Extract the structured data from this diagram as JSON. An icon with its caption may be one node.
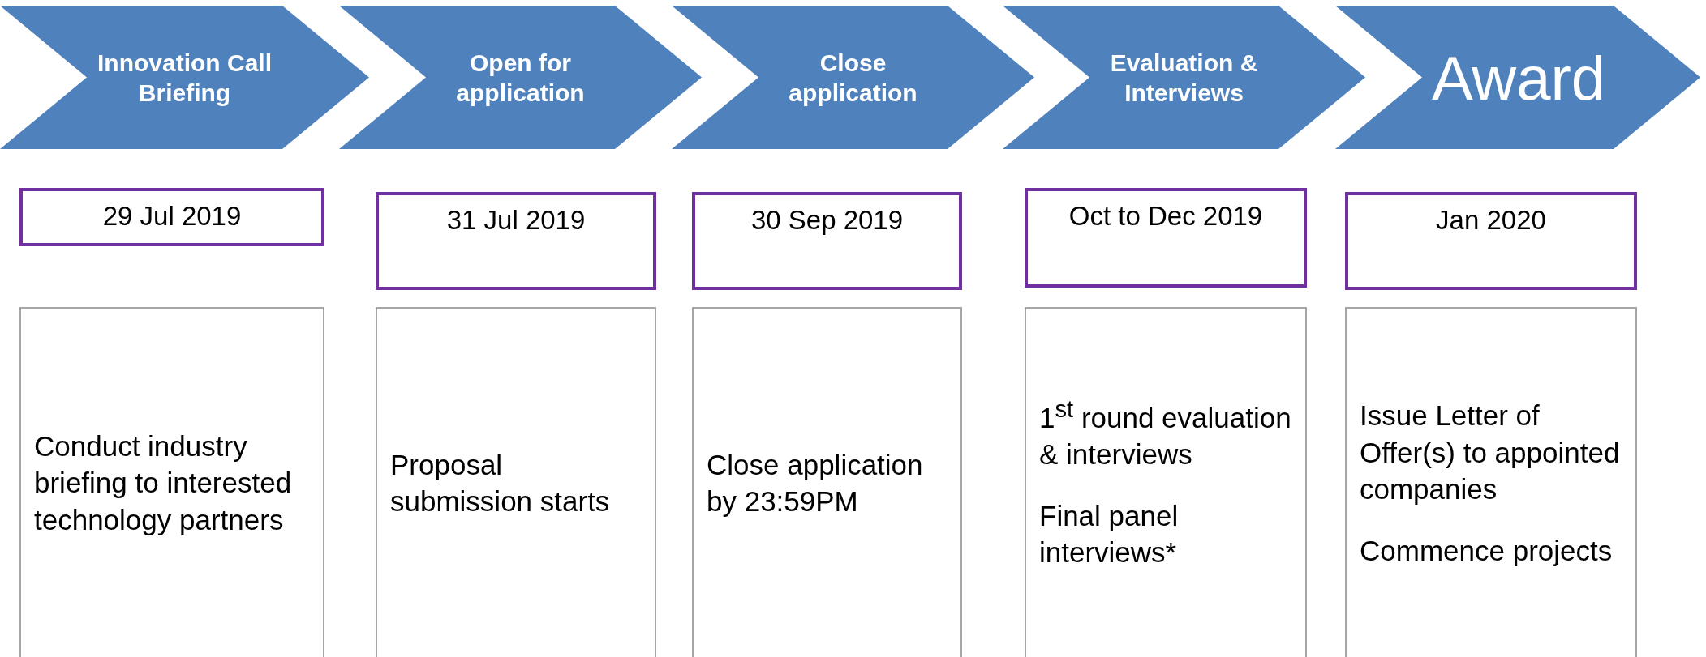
{
  "diagram": {
    "nodes": [
      {
        "text": [
          "Innovation Call Briefing"
        ]
      },
      {
        "text": [
          "Open for application"
        ]
      },
      {
        "text": [
          "Close application"
        ]
      },
      {
        "text": [
          "Evaluation & Interviews"
        ]
      },
      {
        "text": [
          "Award"
        ]
      },
      {
        "text": [
          "29 Jul 2019"
        ]
      },
      {
        "text": [
          "31 Jul 2019"
        ]
      },
      {
        "text": [
          "30 Sep 2019"
        ]
      },
      {
        "text": [
          "Oct to Dec 2019"
        ]
      },
      {
        "text": [
          "Jan 2020"
        ]
      },
      {
        "text": [
          "Conduct industry briefing to interested technology partners"
        ]
      },
      {
        "text": [
          "Proposal submission starts"
        ]
      },
      {
        "text": [
          "Close application by 23:59PM"
        ]
      },
      {
        "text": [
          "1$^{st}$ round evaluation & interviews",
          "Final panel interviews*"
        ]
      },
      {
        "text": [
          "Issue Letter of Offer(s) to appointed companies",
          "Commence projects"
        ]
      }
    ]
  }
}
